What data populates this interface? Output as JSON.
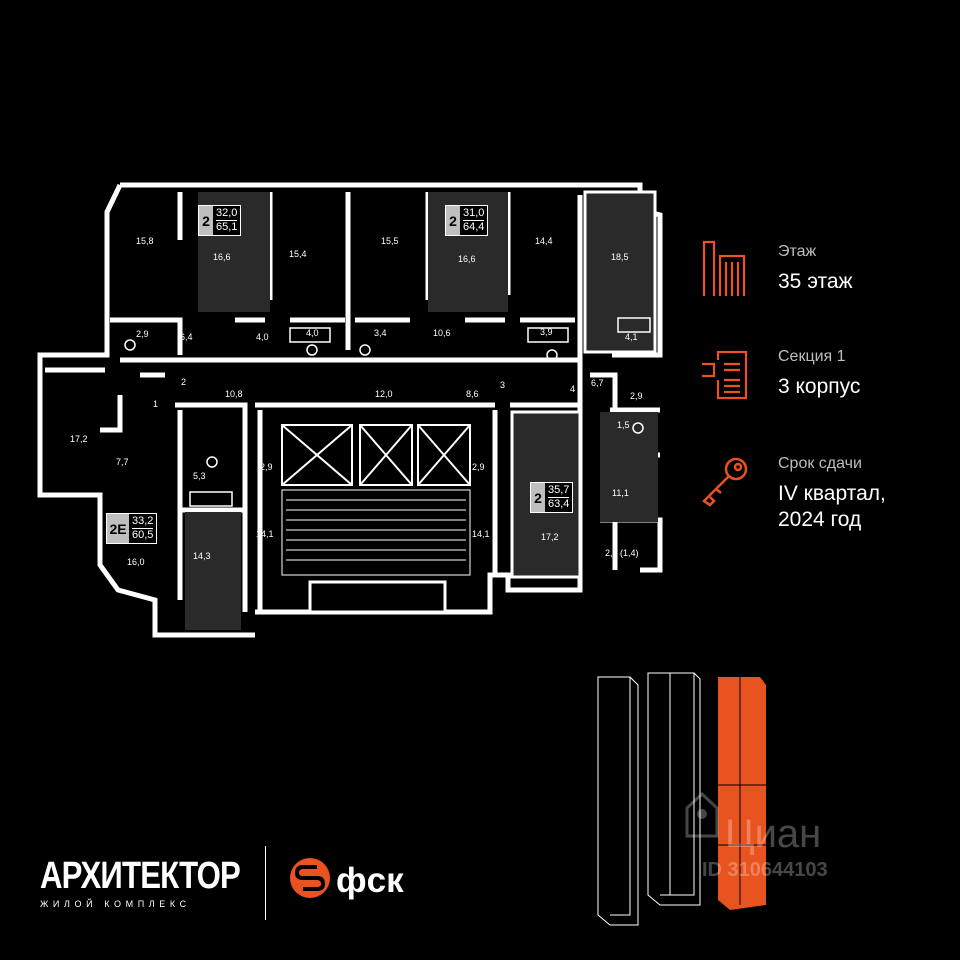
{
  "colors": {
    "accent": "#e8531f",
    "background": "#000000",
    "wall": "#ffffff",
    "selected_building": "#e8531f"
  },
  "room_labels": [
    "15,8",
    "16,6",
    "15,4",
    "15,5",
    "16,6",
    "14,4",
    "18,5",
    "2,9",
    "6,4",
    "4,0",
    "4,0",
    "3,4",
    "10,6",
    "3,9",
    "4,1",
    "2",
    "10,8",
    "12,0",
    "8,6",
    "3",
    "4",
    "6,7",
    "1",
    "17,2",
    "7,7",
    "2,9",
    "1,5",
    "5,3",
    "2,9",
    "2,9",
    "11,1",
    "14,1",
    "14,1",
    "16,0",
    "14,3",
    "17,2",
    "2,8 (1,4)"
  ],
  "apartments": [
    {
      "rooms": "2",
      "living": "32,0",
      "total": "65,1"
    },
    {
      "rooms": "2",
      "living": "31,0",
      "total": "64,4"
    },
    {
      "rooms": "2Е",
      "living": "33,2",
      "total": "60,5"
    },
    {
      "rooms": "2",
      "living": "35,7",
      "total": "63,4"
    }
  ],
  "info": {
    "floor_label": "Этаж",
    "floor_value": "35 этаж",
    "floor_icon": "floor-bars-icon",
    "section_label": "Секция 1",
    "section_value": "3 корпус",
    "section_icon": "stairs-section-icon",
    "deadline_label": "Срок сдачи",
    "deadline_value_1": "IV квартал,",
    "deadline_value_2": "2024 год",
    "deadline_icon": "key-icon"
  },
  "logo": {
    "name": "АРХИТЕКТОР",
    "subtitle": "ЖИЛОЙ КОМПЛЕКС",
    "partner": "фск",
    "partner_icon": "fsk-logo-icon"
  },
  "watermark": {
    "brand": "Циан",
    "id_text": "ID 310644103",
    "icon": "cian-house-icon"
  }
}
